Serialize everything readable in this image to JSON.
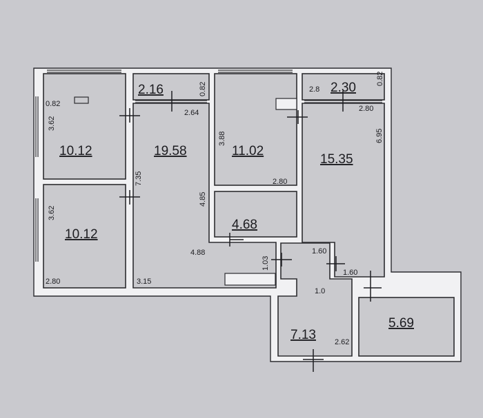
{
  "rooms": [
    {
      "id": "bedroom-top-left",
      "area": "10.12"
    },
    {
      "id": "bedroom-bottom-left",
      "area": "10.12"
    },
    {
      "id": "living-room",
      "area": "19.58"
    },
    {
      "id": "room-top-middle",
      "area": "11.02"
    },
    {
      "id": "storage-room",
      "area": "4.68"
    },
    {
      "id": "kitchen",
      "area": "15.35"
    },
    {
      "id": "hallway",
      "area": "7.13"
    },
    {
      "id": "bathroom",
      "area": "5.69"
    },
    {
      "id": "balcony-left",
      "area": "2.16"
    },
    {
      "id": "balcony-right",
      "area": "2.30"
    }
  ],
  "dimensions": [
    {
      "id": "dim-0-82-window",
      "text": "0.82"
    },
    {
      "id": "dim-3-62-top",
      "text": "3.62"
    },
    {
      "id": "dim-3-62-bottom",
      "text": "3.62"
    },
    {
      "id": "dim-2-80-left",
      "text": "2.80"
    },
    {
      "id": "dim-7-35",
      "text": "7.35"
    },
    {
      "id": "dim-3-15",
      "text": "3.15"
    },
    {
      "id": "dim-0-82-balcony-left",
      "text": "0.82"
    },
    {
      "id": "dim-2-64",
      "text": "2.64"
    },
    {
      "id": "dim-3-88",
      "text": "3.88"
    },
    {
      "id": "dim-2-80-middle",
      "text": "2.80"
    },
    {
      "id": "dim-4-85",
      "text": "4.85"
    },
    {
      "id": "dim-4-88",
      "text": "4.88"
    },
    {
      "id": "dim-2-8",
      "text": "2.8"
    },
    {
      "id": "dim-0-82-balcony-right",
      "text": "0.82"
    },
    {
      "id": "dim-2-80-kitchen",
      "text": "2.80"
    },
    {
      "id": "dim-6-95",
      "text": "6.95"
    },
    {
      "id": "dim-1-03",
      "text": "1.03"
    },
    {
      "id": "dim-1-60-top",
      "text": "1.60"
    },
    {
      "id": "dim-1-60-bottom",
      "text": "1.60"
    },
    {
      "id": "dim-1-0",
      "text": "1.0"
    },
    {
      "id": "dim-2-62",
      "text": "2.62"
    }
  ]
}
